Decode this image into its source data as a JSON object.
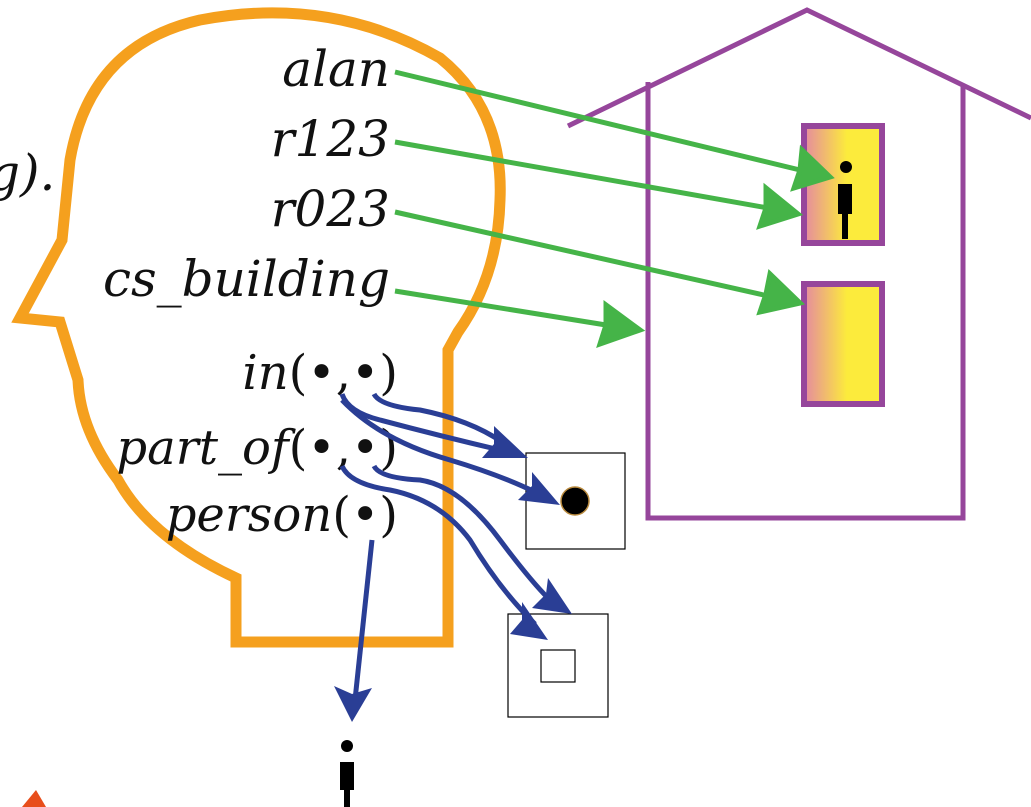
{
  "fragment_text": "g).",
  "symbols": {
    "alan": "alan",
    "r123": "r123",
    "r023": "r023",
    "cs_building": "cs_building"
  },
  "relations": {
    "in_name": "in",
    "part_of_name": "part_of",
    "person_name": "person",
    "two_args": "(•,•)",
    "one_arg": "(•)"
  },
  "colors": {
    "head": "#F5A01E",
    "house": "#96469B",
    "symbol_arrows": "#45B448",
    "relation_arrows": "#2A3E95",
    "room_gradient_left": "#E58AA0",
    "room_gradient_right": "#FCEB3C",
    "accent_fragment": "#E84E1B"
  },
  "icons": [
    "person-icon",
    "house-outline",
    "head-outline",
    "dot-icon",
    "square-icon"
  ]
}
